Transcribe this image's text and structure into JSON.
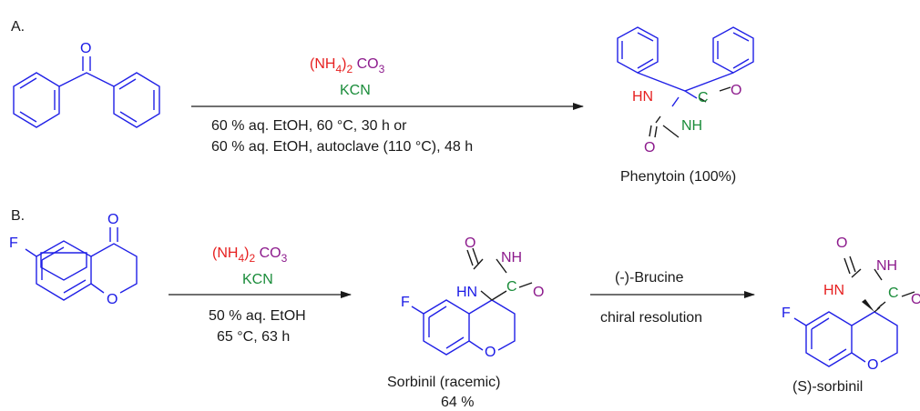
{
  "section_a": {
    "label": "A.",
    "reagent1_main": "(NH",
    "reagent1_sub4": "4",
    "reagent1_close": ")",
    "reagent1_sub2": "2",
    "reagent1_co": " CO",
    "reagent1_sub3": "3",
    "reagent2": "KCN",
    "condition_line1": "60 % aq. EtOH, 60 °C, 30 h or",
    "condition_line2": "60 % aq. EtOH, autoclave (110 °C), 48 h",
    "product_name": "Phenytoin (100%)"
  },
  "section_b": {
    "label": "B.",
    "reagent1_main": "(NH",
    "reagent1_sub4": "4",
    "reagent1_close": ")",
    "reagent1_sub2": "2",
    "reagent1_co": " CO",
    "reagent1_sub3": "3",
    "reagent2": "KCN",
    "condition_line1": "50 % aq. EtOH",
    "condition_line2": "65 °C, 63 h",
    "intermediate_name": "Sorbinil (racemic)",
    "intermediate_yield": "64 %",
    "resolution_agent": "(-)-Brucine",
    "resolution_method": "chiral resolution",
    "product_name": "(S)-sorbinil"
  },
  "atoms": {
    "O": "O",
    "F": "F",
    "HN": "HN",
    "NH": "NH",
    "C": "C"
  },
  "colors": {
    "structure": "#2020e6",
    "carbonate": "#e62020",
    "carbonyl_o": "#8c1a8c",
    "cyanide": "#1a8c3a",
    "text": "#1a1a1a"
  }
}
